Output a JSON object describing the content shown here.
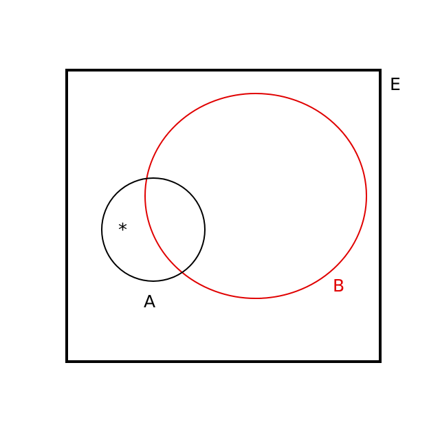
{
  "diagram": {
    "type": "venn",
    "universe": {
      "label": "E",
      "color": "#000000"
    },
    "sets": [
      {
        "id": "A",
        "label": "A",
        "color": "#000000"
      },
      {
        "id": "B",
        "label": "B",
        "color": "#e00000"
      }
    ],
    "marker": {
      "symbol": "*",
      "region": "A only"
    }
  }
}
